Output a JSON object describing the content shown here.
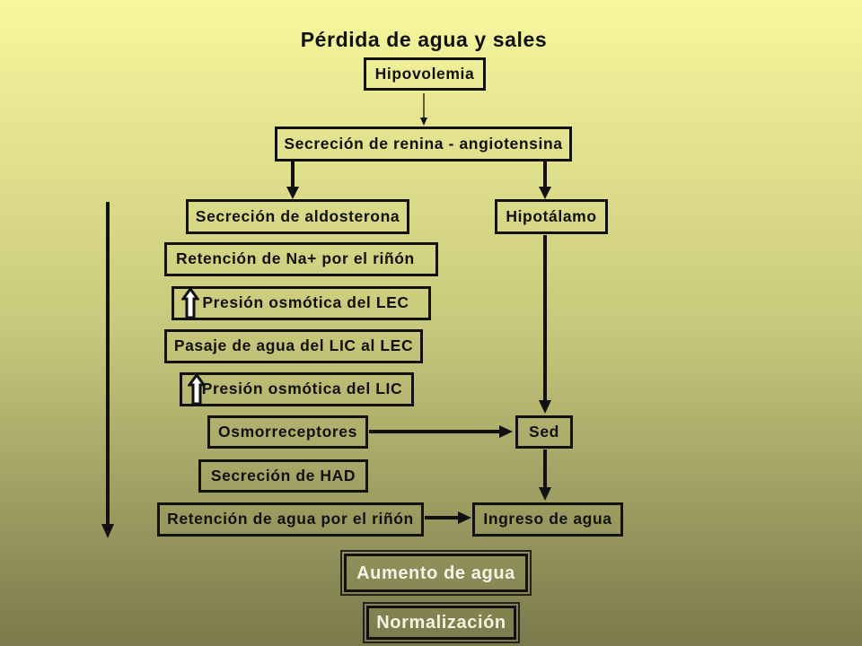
{
  "title": "Pérdida de agua y sales",
  "nodes": {
    "hipovolemia": "Hipovolemia",
    "renina": "Secreción de renina - angiotensina",
    "aldosterona": "Secreción de aldosterona",
    "hipotalamo": "Hipotálamo",
    "retencion_na": "Retención de Na+ por el riñón",
    "presion_lec": "Presión osmótica del LEC",
    "pasaje": "Pasaje de agua del LIC al LEC",
    "presion_lic": "Presión osmótica del LIC",
    "osmorreceptores": "Osmorreceptores",
    "sed": "Sed",
    "had": "Secreción de HAD",
    "retencion_agua": "Retención de agua por el riñón",
    "ingreso": "Ingreso de agua",
    "aumento": "Aumento de agua",
    "normalizacion": "Normalización"
  },
  "icons": {
    "increase_lec": "up-arrow-icon",
    "increase_lic": "up-arrow-icon"
  },
  "colors": {
    "background_top": "#f7f79d",
    "background_middle": "#c9c97d",
    "background_bottom": "#7a7a4c",
    "border": "#111111",
    "highlight_text": "#f4f4e6"
  }
}
